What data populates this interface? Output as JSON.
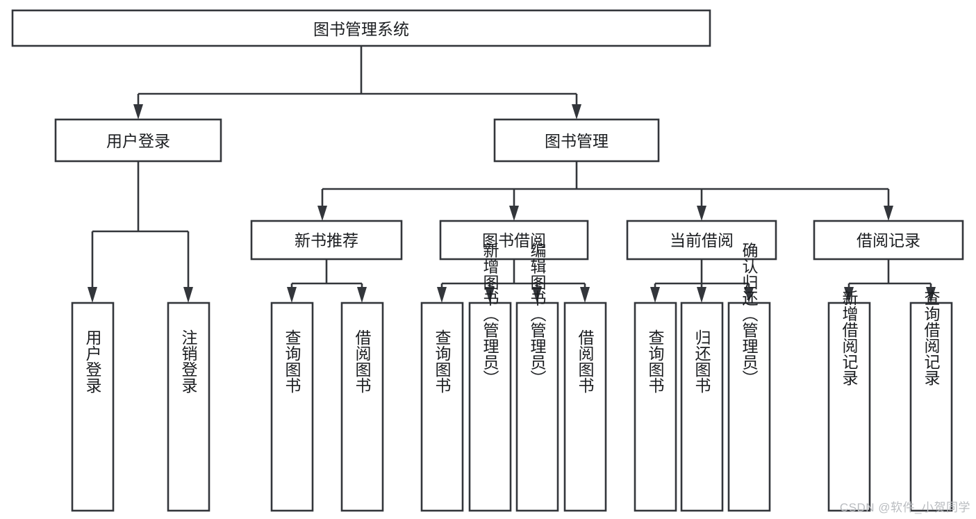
{
  "diagram": {
    "type": "hierarchy-tree",
    "title": "图书管理系统",
    "watermark": "CSDN @软件_小贺同学",
    "colors": {
      "stroke": "#33363b",
      "fill": "#ffffff",
      "text": "#1b1d20",
      "watermark": "#b9bcc0"
    },
    "levels": [
      {
        "level": 1,
        "nodes": [
          {
            "id": "root",
            "label": "图书管理系统",
            "orientation": "horizontal"
          }
        ]
      },
      {
        "level": 2,
        "nodes": [
          {
            "id": "user-login",
            "label": "用户登录",
            "orientation": "horizontal",
            "parent": "root"
          },
          {
            "id": "book-manage",
            "label": "图书管理",
            "orientation": "horizontal",
            "parent": "root"
          }
        ]
      },
      {
        "level": 3,
        "nodes": [
          {
            "id": "new-book-rec",
            "label": "新书推荐",
            "orientation": "horizontal",
            "parent": "book-manage"
          },
          {
            "id": "book-borrow",
            "label": "图书借阅",
            "orientation": "horizontal",
            "parent": "book-manage"
          },
          {
            "id": "current-borrow",
            "label": "当前借阅",
            "orientation": "horizontal",
            "parent": "book-manage"
          },
          {
            "id": "borrow-record",
            "label": "借阅记录",
            "orientation": "horizontal",
            "parent": "book-manage"
          }
        ]
      },
      {
        "level": 4,
        "nodes": [
          {
            "id": "leaf-user-login",
            "label": "用户登录",
            "orientation": "vertical",
            "parent": "user-login"
          },
          {
            "id": "leaf-logout",
            "label": "注销登录",
            "orientation": "vertical",
            "parent": "user-login"
          },
          {
            "id": "leaf-query-book-1",
            "label": "查询图书",
            "orientation": "vertical",
            "parent": "new-book-rec"
          },
          {
            "id": "leaf-borrow-book-1",
            "label": "借阅图书",
            "orientation": "vertical",
            "parent": "new-book-rec"
          },
          {
            "id": "leaf-query-book-2",
            "label": "查询图书",
            "orientation": "vertical",
            "parent": "book-borrow"
          },
          {
            "id": "leaf-add-book",
            "label": "新增图书（管理员）",
            "orientation": "vertical",
            "parent": "book-borrow"
          },
          {
            "id": "leaf-edit-book",
            "label": "编辑图书（管理员）",
            "orientation": "vertical",
            "parent": "book-borrow"
          },
          {
            "id": "leaf-borrow-book-2",
            "label": "借阅图书",
            "orientation": "vertical",
            "parent": "book-borrow"
          },
          {
            "id": "leaf-query-book-3",
            "label": "查询图书",
            "orientation": "vertical",
            "parent": "current-borrow"
          },
          {
            "id": "leaf-return-book",
            "label": "归还图书",
            "orientation": "vertical",
            "parent": "current-borrow"
          },
          {
            "id": "leaf-confirm-return",
            "label": "确认归还（管理员）",
            "orientation": "vertical",
            "parent": "current-borrow"
          },
          {
            "id": "leaf-add-record",
            "label": "新增借阅记录",
            "orientation": "vertical",
            "parent": "borrow-record"
          },
          {
            "id": "leaf-query-record",
            "label": "查询借阅记录",
            "orientation": "vertical",
            "parent": "borrow-record"
          }
        ]
      }
    ]
  }
}
